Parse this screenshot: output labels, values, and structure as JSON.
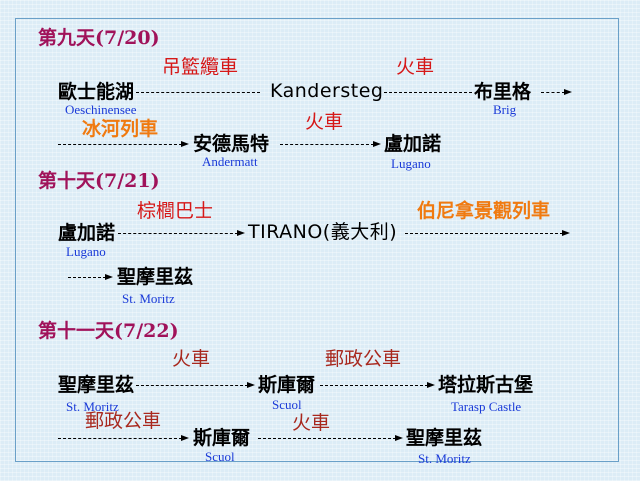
{
  "day9": {
    "title": "第九天(7/20)",
    "oeschinensee_zh": "歐士能湖",
    "oeschinensee_en": "Oeschinensee",
    "cablecar": "吊籃纜車",
    "kandersteg": "Kandersteg",
    "train1": "火車",
    "brig_zh": "布里格",
    "brig_en": "Brig",
    "glacier_express": "冰河列車",
    "andermatt_zh": "安德馬特",
    "andermatt_en": "Andermatt",
    "train2": "火車",
    "lugano_zh": "盧加諾",
    "lugano_en": "Lugano"
  },
  "day10": {
    "title": "第十天(7/21)",
    "palm_bus": "棕櫚巴士",
    "bernina_express": "伯尼拿景觀列車",
    "lugano_zh": "盧加諾",
    "lugano_en": "Lugano",
    "tirano": "TIRANO(義大利)",
    "stmoritz_zh": "聖摩里茲",
    "stmoritz_en": "St. Moritz"
  },
  "day11": {
    "title": "第十一天(7/22)",
    "train1": "火車",
    "postbus1": "郵政公車",
    "stmoritz1_zh": "聖摩里茲",
    "stmoritz1_en": "St. Moritz",
    "scuol1_zh": "斯庫爾",
    "scuol1_en": "Scuol",
    "tarasp_zh": "塔拉斯古堡",
    "tarasp_en": "Tarasp Castle",
    "postbus2": "郵政公車",
    "train2": "火車",
    "scuol2_zh": "斯庫爾",
    "scuol2_en": "Scuol",
    "stmoritz2_zh": "聖摩里茲",
    "stmoritz2_en": "St. Moritz"
  },
  "colors": {
    "day_title": "#a0125a",
    "place_en": "#1a3ad8",
    "train": "#d61818",
    "scenic_train": "#f07a10",
    "bus": "#a8281e"
  }
}
